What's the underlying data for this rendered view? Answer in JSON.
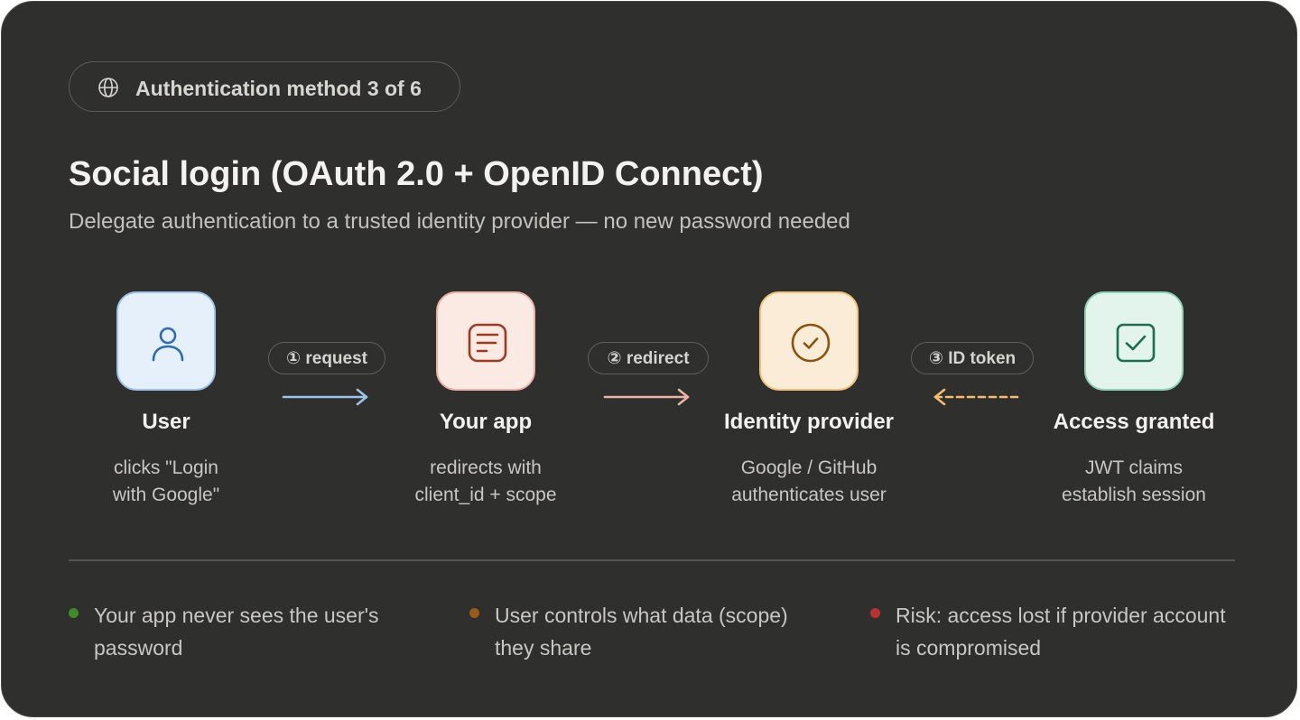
{
  "badge": {
    "icon": "globe-icon",
    "text": "Authentication method 3 of 6"
  },
  "title": "Social login (OAuth 2.0 + OpenID Connect)",
  "subtitle": "Delegate authentication to a trusted identity provider — no new password needed",
  "nodes": [
    {
      "icon": "user-icon",
      "label": "User",
      "desc": [
        "clicks \"Login",
        "with Google\""
      ],
      "fill": "#e6f0fb",
      "stroke": "#9fc2ea",
      "icon_color": "#2f6db0"
    },
    {
      "icon": "document-icon",
      "label": "Your app",
      "desc": [
        "redirects with",
        "client_id + scope"
      ],
      "fill": "#fbe9e4",
      "stroke": "#eab3a5",
      "icon_color": "#9c3b24"
    },
    {
      "icon": "check-circle-icon",
      "label": "Identity provider",
      "desc": [
        "Google / GitHub",
        "authenticates user"
      ],
      "fill": "#fbecd8",
      "stroke": "#f0c17a",
      "icon_color": "#8a5312"
    },
    {
      "icon": "check-square-icon",
      "label": "Access granted",
      "desc": [
        "JWT claims",
        "establish session"
      ],
      "fill": "#e3f4ec",
      "stroke": "#8fd3b4",
      "icon_color": "#1c6e4e"
    }
  ],
  "edges": [
    {
      "label": "① request",
      "direction": "forward",
      "style": "solid",
      "color": "#9fc2ea"
    },
    {
      "label": "② redirect",
      "direction": "forward",
      "style": "solid",
      "color": "#eab3a5"
    },
    {
      "label": "③ ID token",
      "direction": "backward",
      "style": "dashed",
      "color": "#f2be6e"
    }
  ],
  "bullets": [
    {
      "lines": [
        "Your app never sees the user's",
        "password"
      ],
      "color": "#3f8a2a"
    },
    {
      "lines": [
        "User controls what data (scope)",
        "they share"
      ],
      "color": "#9a5a18"
    },
    {
      "lines": [
        "Risk: access lost if provider account",
        "is compromised"
      ],
      "color": "#b83232"
    }
  ]
}
